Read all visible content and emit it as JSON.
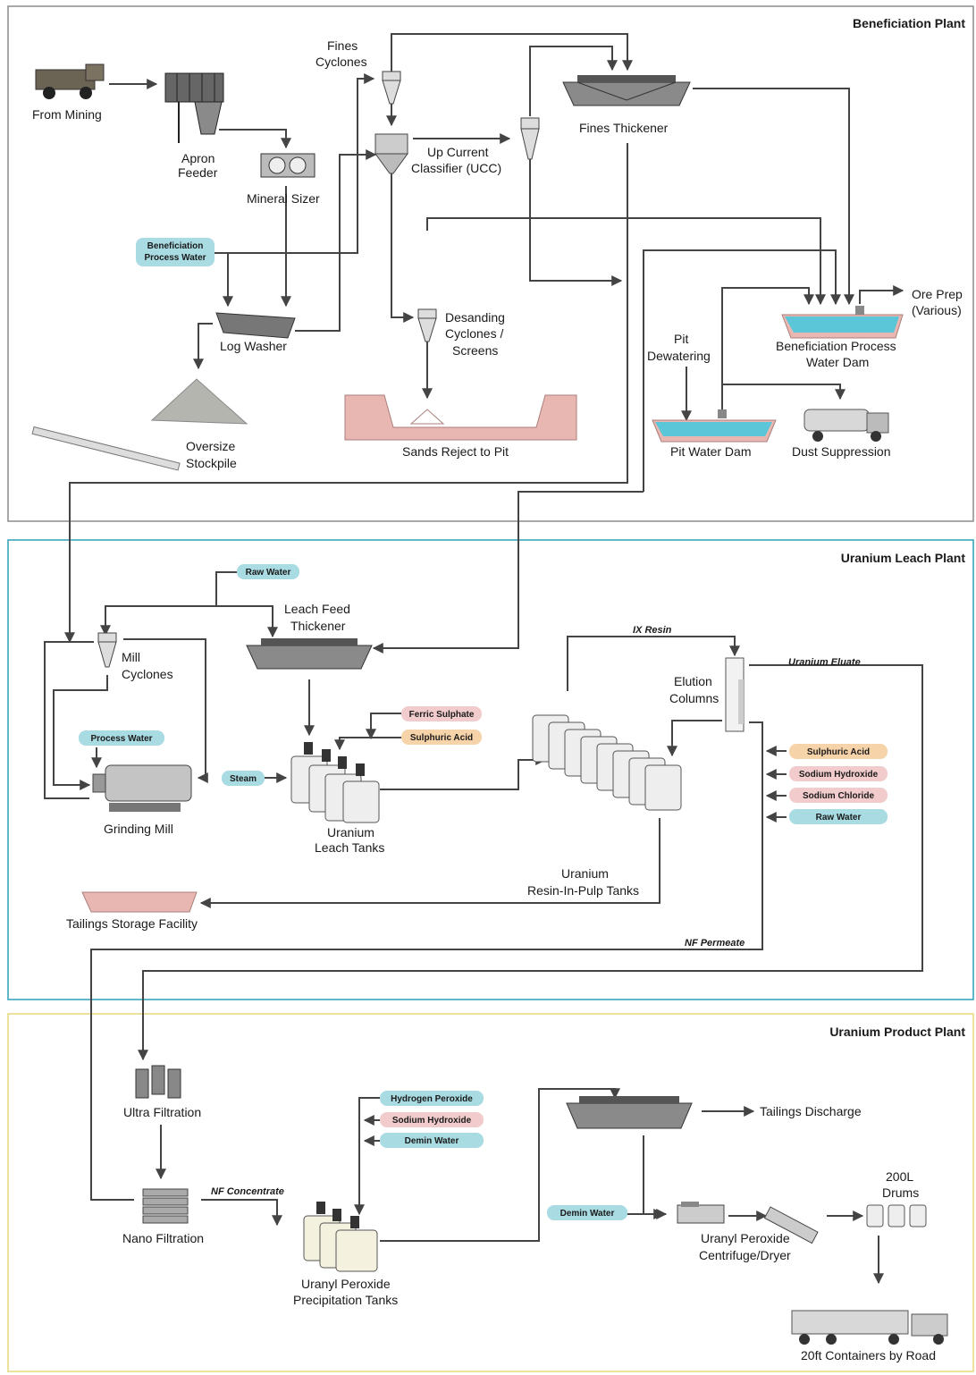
{
  "sections": {
    "beneficiation": "Beneficiation Plant",
    "leach": "Uranium Leach Plant",
    "product": "Uranium Product Plant"
  },
  "nodes": {
    "from_mining": "From Mining",
    "apron_feeder_1": "Apron",
    "apron_feeder_2": "Feeder",
    "mineral_sizer": "Mineral Sizer",
    "fines_cyclones_1": "Fines",
    "fines_cyclones_2": "Cyclones",
    "ucc_1": "Up Current",
    "ucc_2": "Classifier (UCC)",
    "fines_thickener": "Fines Thickener",
    "log_washer": "Log Washer",
    "desanding_1": "Desanding",
    "desanding_2": "Cyclones /",
    "desanding_3": "Screens",
    "oversize_1": "Oversize",
    "oversize_2": "Stockpile",
    "sands_reject": "Sands Reject to Pit",
    "pit_dewatering_1": "Pit",
    "pit_dewatering_2": "Dewatering",
    "pit_water_dam": "Pit Water Dam",
    "dust_suppression": "Dust Suppression",
    "ben_dam_1": "Beneficiation Process",
    "ben_dam_2": "Water Dam",
    "ore_prep_1": "Ore Prep",
    "ore_prep_2": "(Various)",
    "mill_cyclones_1": "Mill",
    "mill_cyclones_2": "Cyclones",
    "leach_feed_1": "Leach Feed",
    "leach_feed_2": "Thickener",
    "grinding_mill": "Grinding Mill",
    "leach_tanks_1": "Uranium",
    "leach_tanks_2": "Leach Tanks",
    "elution_1": "Elution",
    "elution_2": "Columns",
    "rip_1": "Uranium",
    "rip_2": "Resin-In-Pulp Tanks",
    "tailings_storage": "Tailings Storage Facility",
    "ultra_filtration": "Ultra Filtration",
    "nano_filtration": "Nano Filtration",
    "precip_1": "Uranyl Peroxide",
    "precip_2": "Precipitation Tanks",
    "tailings_discharge": "Tailings Discharge",
    "centrifuge_1": "Uranyl Peroxide",
    "centrifuge_2": "Centrifuge/Dryer",
    "drums_1": "200L",
    "drums_2": "Drums",
    "containers": "20ft Containers by Road"
  },
  "flow_labels": {
    "ix_resin": "IX Resin",
    "uranium_eluate": "Uranium Eluate",
    "nf_permeate": "NF Permeate",
    "nf_concentrate": "NF Concentrate"
  },
  "reagents": {
    "ben_water_1": "Beneficiation",
    "ben_water_2": "Process Water",
    "raw_water_top": "Raw Water",
    "process_water": "Process Water",
    "steam": "Steam",
    "ferric_sulphate": "Ferric Sulphate",
    "sulphuric_acid_leach": "Sulphuric Acid",
    "sulphuric_acid_el": "Sulphuric Acid",
    "sodium_hydroxide_el": "Sodium Hydroxide",
    "sodium_chloride": "Sodium Chloride",
    "raw_water_el": "Raw Water",
    "hydrogen_peroxide": "Hydrogen Peroxide",
    "sodium_hydroxide_pp": "Sodium Hydroxide",
    "demin_water_pp": "Demin Water",
    "demin_water_cd": "Demin Water"
  },
  "colors": {
    "water_pill": "#a9dbe3",
    "acid_pill": "#f6d3a8",
    "alkali_pill": "#f2cccc",
    "beneficiation_border": "#8c8c8c",
    "leach_border": "#2f9fb8",
    "product_border": "#e8d97a",
    "dam_water": "#5bc6d8",
    "dam_earth": "#e9b7b2"
  }
}
